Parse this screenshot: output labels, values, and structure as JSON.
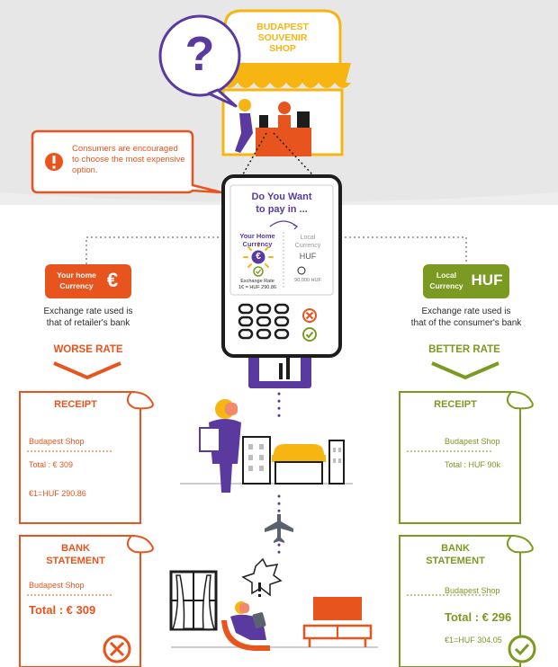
{
  "shop_sign": {
    "line1": "BUDAPEST",
    "line2": "SOUVENIR",
    "line3": "SHOP"
  },
  "question_mark": "?",
  "callout": {
    "icon": "warning-icon",
    "line1": "Consumers are encouraged",
    "line2": "to choose the most expensive",
    "line3": "option."
  },
  "terminal": {
    "title_line1": "Do You Want",
    "title_line2": "to pay in ...",
    "left_option": {
      "line1": "Your Home",
      "line2": "Currency",
      "symbol": "€",
      "rate_label": "Exchange Rate",
      "rate_value": "1€ = HUF 290.86"
    },
    "right_option": {
      "line1": "Local",
      "line2": "Currency",
      "code": "HUF",
      "amount": "90,000 HUF"
    }
  },
  "left": {
    "badge_line1": "Your home",
    "badge_line2": "Currency",
    "badge_symbol": "€",
    "note_line1": "Exchange rate used is",
    "note_line2": "that of retailer's bank",
    "verdict": "WORSE RATE",
    "receipt": {
      "title": "RECEIPT",
      "shop": "Budapest Shop",
      "total": "Total : € 309",
      "rate": "€1=HUF 290.86"
    },
    "statement": {
      "title_line1": "BANK",
      "title_line2": "STATEMENT",
      "shop": "Budapest Shop",
      "total": "Total : € 309"
    }
  },
  "right": {
    "badge_line1": "Local",
    "badge_line2": "Currency",
    "badge_code": "HUF",
    "note_line1": "Exchange rate used is",
    "note_line2": "that of the consumer's bank",
    "verdict": "BETTER RATE",
    "receipt": {
      "title": "RECEIPT",
      "shop": "Budapest Shop",
      "total": "Total : HUF 90k"
    },
    "statement": {
      "title_line1": "BANK",
      "title_line2": "STATEMENT",
      "shop": "Budapest Shop",
      "total": "Total : € 296",
      "rate": "€1=HUF 304.05"
    }
  },
  "colors": {
    "orange": "#e8541d",
    "green": "#7b9a21",
    "purple": "#5a3a9e",
    "yellow": "#f7b512",
    "gray": "#e7e7e7",
    "dark": "#1d1d1d"
  }
}
